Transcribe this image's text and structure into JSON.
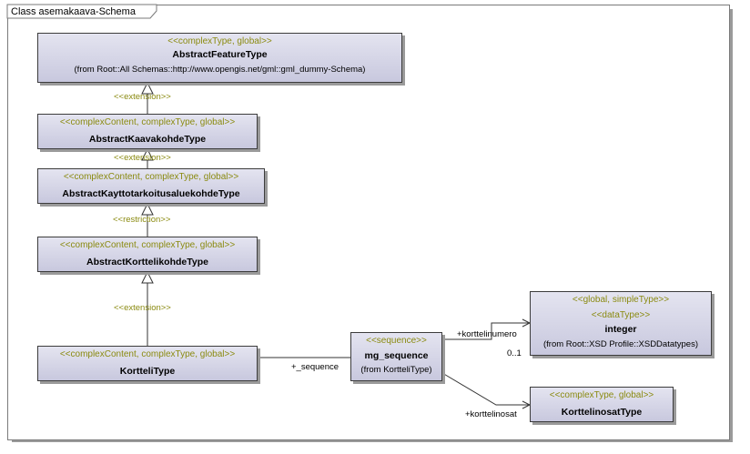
{
  "diagram": {
    "title": "Class asemakaava-Schema"
  },
  "classes": {
    "abstract_feature": {
      "stereotype": "<<complexType, global>>",
      "name": "AbstractFeatureType",
      "from": "(from Root::All Schemas::http://www.opengis.net/gml::gml_dummy-Schema)"
    },
    "abstract_kaavakohde": {
      "stereotype": "<<complexContent, complexType, global>>",
      "name": "AbstractKaavakohdeType"
    },
    "abstract_kayttotarkoitus": {
      "stereotype": "<<complexContent, complexType, global>>",
      "name": "AbstractKayttotarkoitusaluekohdeType"
    },
    "abstract_kortteli": {
      "stereotype": "<<complexContent, complexType, global>>",
      "name": "AbstractKorttelikohdeType"
    },
    "kortteli": {
      "stereotype": "<<complexContent, complexType, global>>",
      "name": "KortteliType"
    },
    "mg_sequence": {
      "stereotype": "<<sequence>>",
      "name": "mg_sequence",
      "from": "(from KortteliType)"
    },
    "integer": {
      "stereotype1": "<<global, simpleType>>",
      "stereotype2": "<<dataType>>",
      "name": "integer",
      "from": "(from Root::XSD Profile::XSDDatatypes)"
    },
    "korttelinosat": {
      "stereotype": "<<complexType, global>>",
      "name": "KorttelinosatType"
    }
  },
  "relations": {
    "ext1": "<<extension>>",
    "ext2": "<<extension>>",
    "restr": "<<restriction>>",
    "ext3": "<<extension>>",
    "sequence_role": "+_sequence",
    "korttelinumero_role": "+korttelinumero",
    "korttelinumero_mult": "0..1",
    "korttelinosat_role": "+korttelinosat"
  }
}
